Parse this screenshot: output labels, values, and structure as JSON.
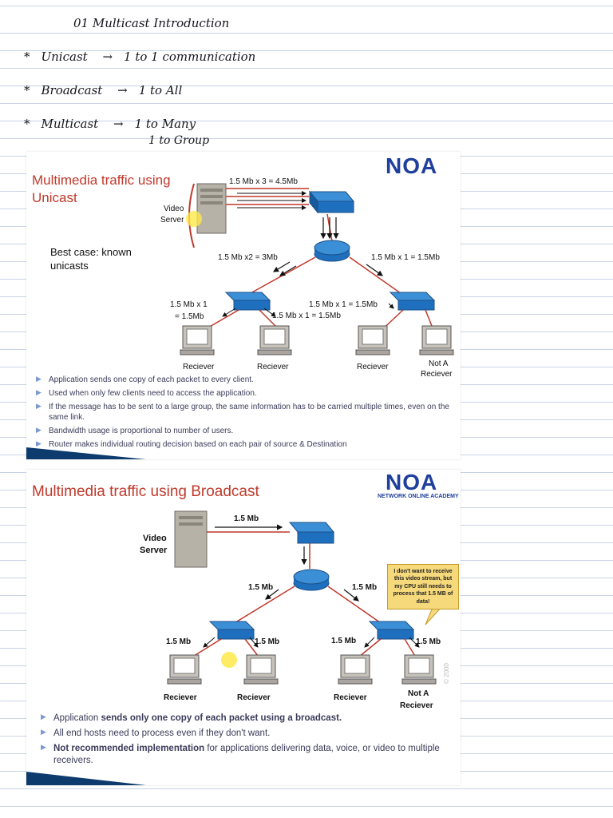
{
  "notes": {
    "heading": "01 Multicast Introduction",
    "lines": [
      {
        "bullet": "*",
        "term": "Unicast",
        "arrow": "→",
        "text": "1  to  1  communication"
      },
      {
        "bullet": "*",
        "term": "Broadcast",
        "arrow": "→",
        "text": "1  to  All"
      },
      {
        "bullet": "*",
        "term": "Multicast",
        "arrow": "→",
        "text": "1  to  Many"
      }
    ],
    "extra_line": "1  to  Group"
  },
  "slide1": {
    "title_line1": "Multimedia traffic using",
    "title_line2": "Unicast",
    "brand": "NOA",
    "best_case_line1": "Best case: known",
    "best_case_line2": "unicasts",
    "labels": {
      "server": "Video",
      "server2": "Server",
      "top": "1.5 Mb x 3 = 4.5Mb",
      "left_branch": "1.5 Mb x2 = 3Mb",
      "right_branch": "1.5 Mb x 1 = 1.5Mb",
      "left_sw_a": "1.5 Mb x 1",
      "left_sw_b": "= 1.5Mb",
      "left_sw_c": "1.5 Mb x 1 = 1.5Mb",
      "right_sw": "1.5 Mb x 1 = 1.5Mb"
    },
    "hosts": [
      "Reciever",
      "Reciever",
      "Reciever",
      "Not A",
      "Reciever"
    ],
    "bullets": [
      "Application sends one copy of each packet to every client.",
      "Used when only few clients need to access the application.",
      "If the message has to be sent to a large group, the same information has to be carried multiple times, even on the same link.",
      "Bandwidth usage is proportional to number of users.",
      "Router makes individual routing decision based on each pair of source & Destination"
    ]
  },
  "slide2": {
    "title": "Multimedia traffic using Broadcast",
    "brand": "NOA",
    "brand_sub": "NETWORK ONLINE ACADEMY",
    "labels": {
      "server": "Video",
      "server2": "Server",
      "top": "1.5 Mb",
      "left_branch": "1.5 Mb",
      "right_branch": "1.5 Mb",
      "h1": "1.5 Mb",
      "h2": "1.5 Mb",
      "h3": "1.5 Mb",
      "h4": "1.5 Mb"
    },
    "bubble": "I don't want to receive this video stream, but my CPU still needs to process that 1.5 MB of data!",
    "hosts": [
      "Reciever",
      "Reciever",
      "Reciever",
      "Not A",
      "Reciever"
    ],
    "copyright": "© 2000",
    "bullets": [
      {
        "pre": "Application ",
        "bold": "sends only one copy of each packet using a broadcast.",
        "post": ""
      },
      {
        "pre": "All end hosts need to process even if they don't want.",
        "bold": "",
        "post": ""
      },
      {
        "pre": "",
        "bold": "Not recommended  implementation",
        "post": " for applications delivering data, voice, or video to multiple receivers."
      }
    ]
  }
}
